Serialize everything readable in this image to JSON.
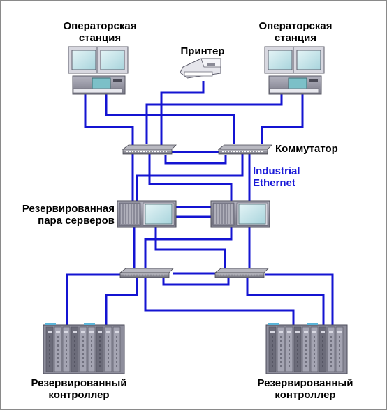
{
  "labels": {
    "operator_station_left": [
      "Операторская",
      "станция"
    ],
    "operator_station_right": [
      "Операторская",
      "станция"
    ],
    "printer": "Принтер",
    "switch": "Коммутатор",
    "network": [
      "Industrial",
      "Ethernet"
    ],
    "server_pair": [
      "Резервированная",
      "пара серверов"
    ],
    "controller_left": [
      "Резервированный",
      "контроллер"
    ],
    "controller_right": [
      "Резервированный",
      "контроллер"
    ]
  },
  "colors": {
    "cable": "#1414d2",
    "network_label": "#1a1ad8",
    "device_body": "#9a9aa6",
    "device_light": "#d4d4dc",
    "device_dark": "#5c5c6a",
    "screen": "#c8e8ec",
    "switch_body": "#8c8c94"
  }
}
